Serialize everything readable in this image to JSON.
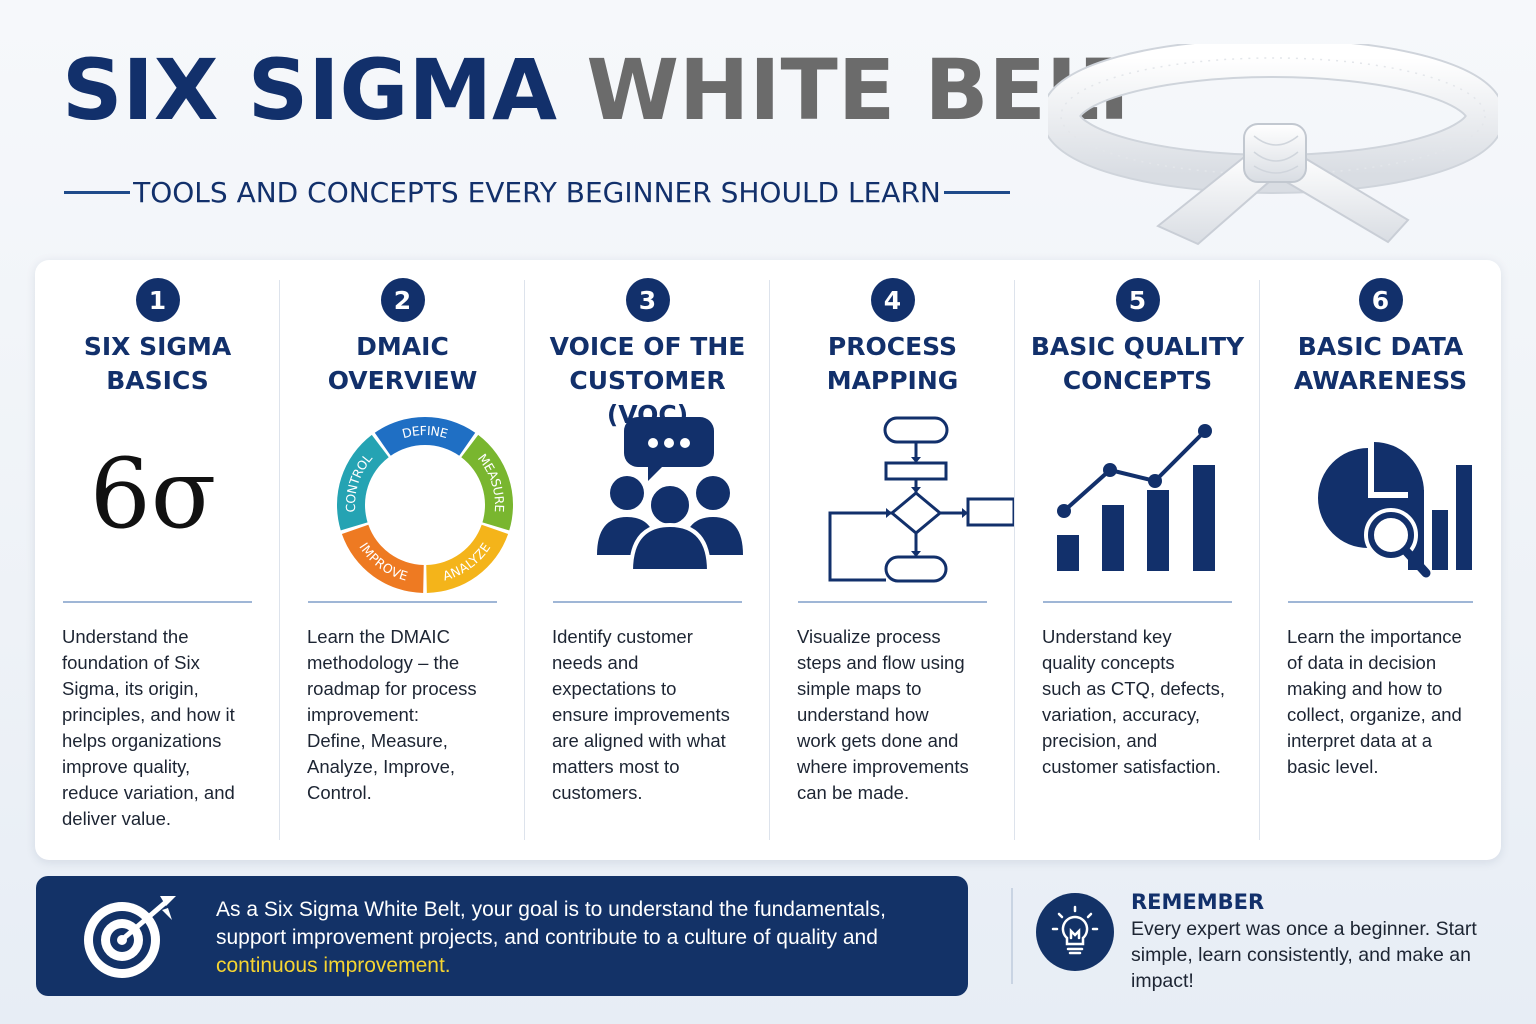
{
  "header": {
    "title_part1": "SIX SIGMA",
    "title_part2": "WHITE BELT",
    "subtitle": "TOOLS AND CONCEPTS EVERY BEGINNER SHOULD LEARN"
  },
  "icons": {
    "sigma_text": "6σ",
    "dmaic_segments": [
      "DEFINE",
      "MEASURE",
      "ANALYZE",
      "IMPROVE",
      "CONTROL"
    ]
  },
  "columns": [
    {
      "number": "1",
      "title": "SIX SIGMA\nBASICS",
      "description": "Understand the\nfoundation of Six\nSigma, its origin,\nprinciples, and how it\nhelps organizations\nimprove quality,\nreduce variation, and\ndeliver value."
    },
    {
      "number": "2",
      "title": "DMAIC\nOVERVIEW",
      "description": "Learn the DMAIC\nmethodology – the\nroadmap for process\nimprovement:\nDefine, Measure,\nAnalyze, Improve,\nControl."
    },
    {
      "number": "3",
      "title": "VOICE OF THE\nCUSTOMER (VOC)",
      "description": "Identify customer\nneeds and\nexpectations to\nensure improvements\nare aligned with what\nmatters most to\ncustomers."
    },
    {
      "number": "4",
      "title": "PROCESS\nMAPPING",
      "description": "Visualize process\nsteps and flow using\nsimple maps to\nunderstand how\nwork gets done and\nwhere improvements\ncan be made."
    },
    {
      "number": "5",
      "title": "BASIC QUALITY\nCONCEPTS",
      "description": "Understand key\nquality concepts\nsuch as CTQ, defects,\nvariation, accuracy,\nprecision, and\ncustomer satisfaction."
    },
    {
      "number": "6",
      "title": "BASIC DATA\nAWARENESS",
      "description": "Learn the importance\nof data in decision\nmaking and how to\ncollect, organize, and\ninterpret data at a\nbasic level."
    }
  ],
  "goal": {
    "text": "As a Six Sigma White Belt, your goal is to understand the fundamentals, support improvement projects, and contribute to a culture of quality and",
    "highlight": "continuous improvement."
  },
  "remember": {
    "title": "REMEMBER",
    "text": "Every expert was once a beginner. Start simple, learn consistently, and make an impact!"
  },
  "colors": {
    "navy": "#12306b",
    "gray_title": "#6b6b6b",
    "highlight_yellow": "#f5d431",
    "define": "#1f6fc4",
    "measure": "#79b62f",
    "analyze": "#f4b41a",
    "improve": "#ee7a22",
    "control": "#25a3b3"
  }
}
